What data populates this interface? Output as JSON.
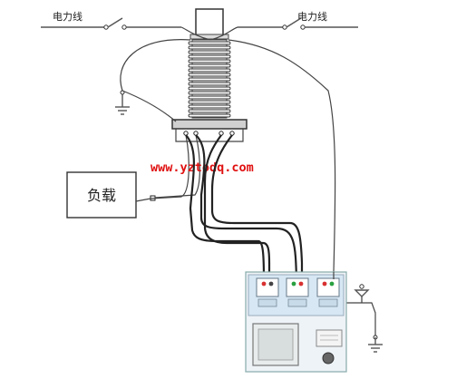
{
  "labels": {
    "power_line_left": "电力线",
    "power_line_right": "电力线",
    "load": "负载",
    "website": "www.yztodq.com"
  },
  "colors": {
    "wire": "#222222",
    "tester_panel": "#d7e8f4",
    "tester_body": "#eef3f7",
    "website_text": "#e01010",
    "terminal_red": "#d83030",
    "terminal_green": "#28a040"
  },
  "icons": [
    "ground-icon",
    "switch-icon",
    "ct-coil-icon",
    "terminal-block-icon",
    "lcd-screen-icon",
    "printer-icon",
    "rotary-knob-icon"
  ]
}
